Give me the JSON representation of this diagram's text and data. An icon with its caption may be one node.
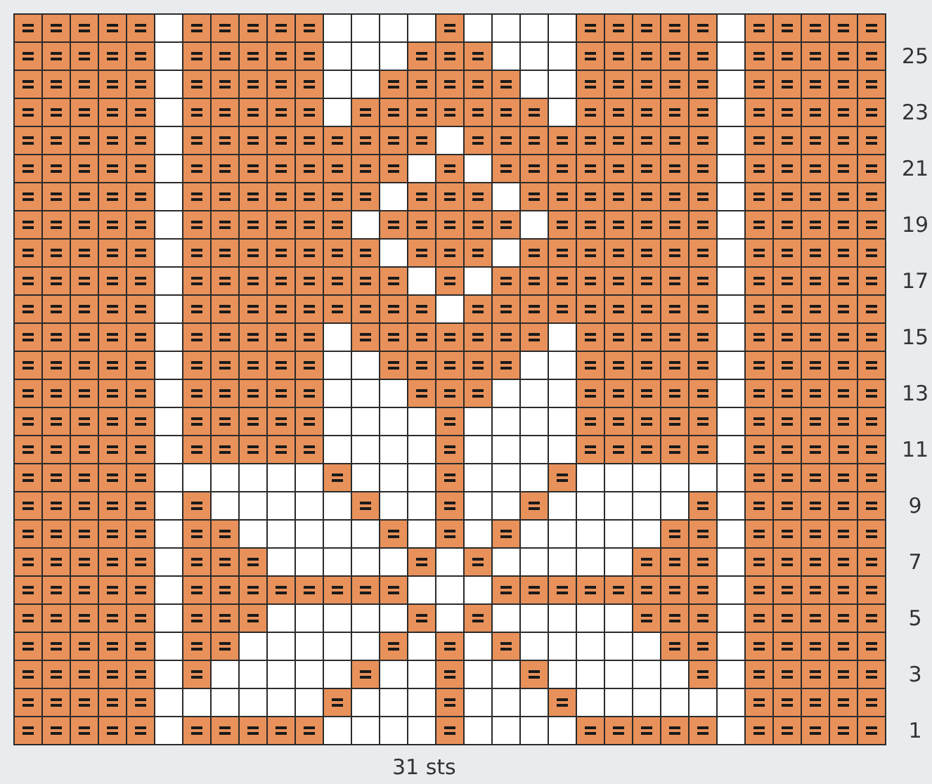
{
  "diagram": {
    "labels": [
      "25",
      "23",
      "21",
      "19",
      "17",
      "15",
      "13",
      "11",
      "9",
      "7",
      "5",
      "3",
      "1",
      "31 sts"
    ]
  }
}
